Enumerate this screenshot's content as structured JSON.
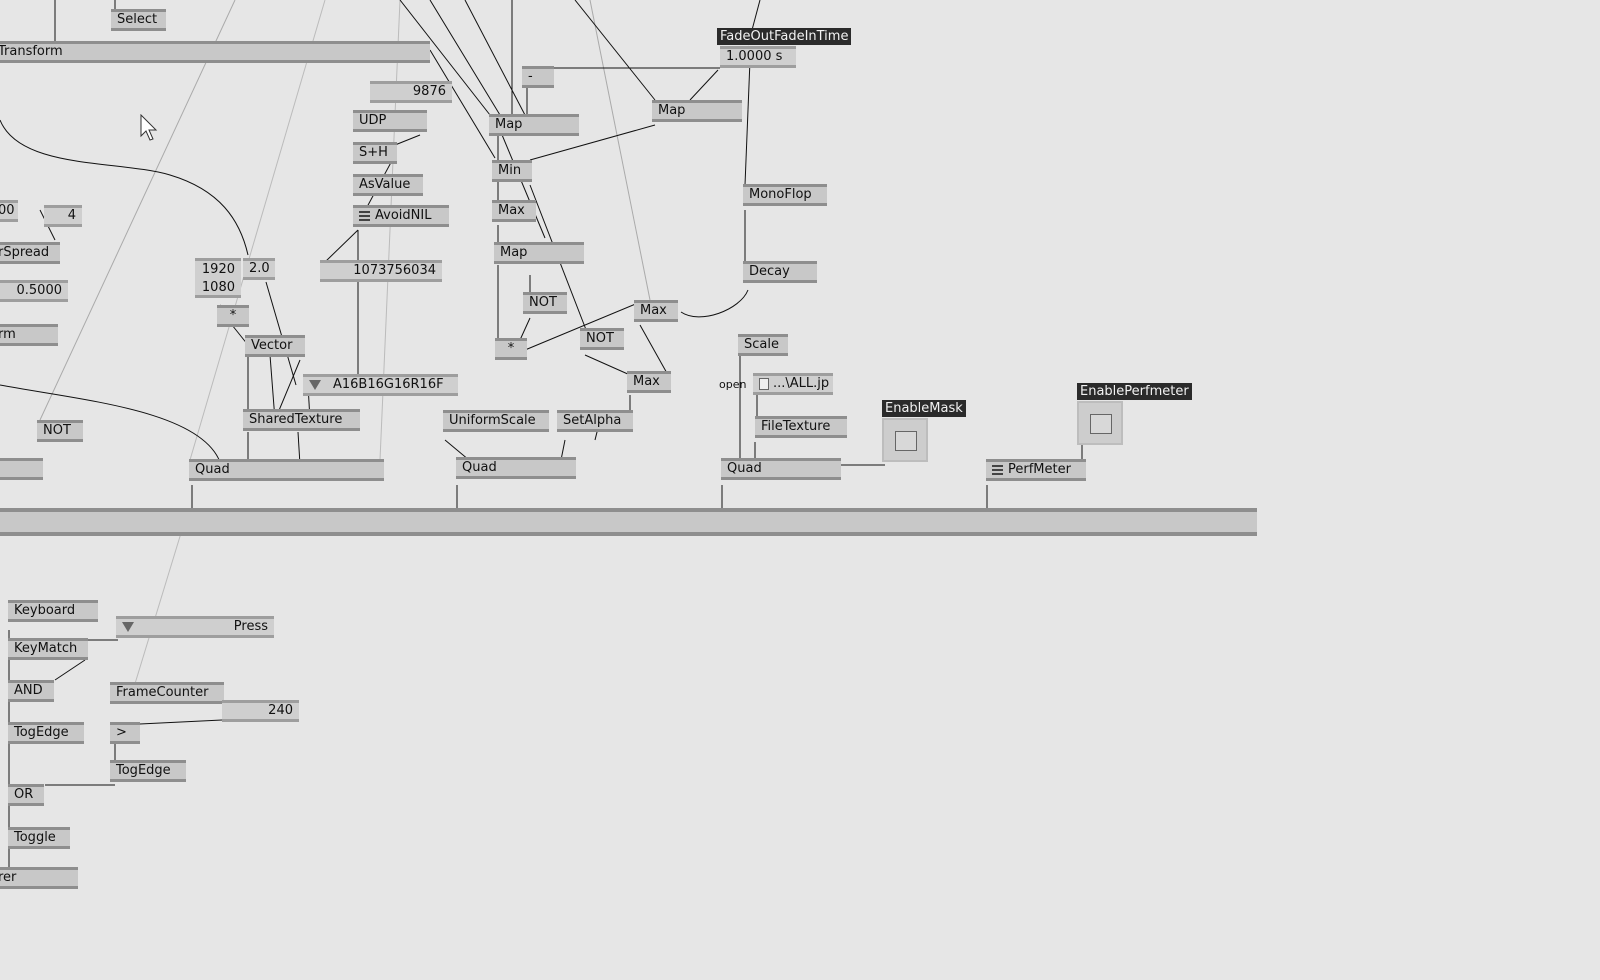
{
  "patch": {
    "nodes": {
      "select": "Select",
      "transform": "Transform",
      "udp": "UDP",
      "sh": "S+H",
      "asvalue": "AsValue",
      "avoidnil": "AvoidNIL",
      "map1": "Map",
      "map2": "Map",
      "map3": "Map",
      "minus": "-",
      "min": "Min",
      "max1": "Max",
      "max2": "Max",
      "max3": "Max",
      "not1": "NOT",
      "not2": "NOT",
      "not3": "NOT",
      "mult1": "*",
      "mult2": "*",
      "monoflop": "MonoFlop",
      "decay": "Decay",
      "scale": "Scale",
      "filetexture": "FileTexture",
      "spread": "rSpread",
      "transform2": "rm",
      "vector": "Vector",
      "sharedtexture": "SharedTexture",
      "uniformscale": "UniformScale",
      "setalpha": "SetAlpha",
      "quad1": "Quad",
      "quad2": "Quad",
      "quad3": "Quad",
      "perfmeter": "PerfMeter",
      "keyboard": "Keyboard",
      "keymatch": "KeyMatch",
      "and": "AND",
      "togedge1": "TogEdge",
      "togedge2": "TogEdge",
      "framecounter": "FrameCounter",
      "greater": ">",
      "or": "OR",
      "toggle": "Toggle",
      "renderer": "rer"
    },
    "values": {
      "port": "9876",
      "fade_time": "1.0000 s",
      "count_4": "4",
      "partial_00": "00",
      "half": "0.5000",
      "width": "1920",
      "height": "1080",
      "factor": "2.0",
      "handle": "1073756034",
      "format": "A16B16G16R16F",
      "file": "...\\ALL.jp",
      "open_label": "open",
      "press": "Press",
      "frames": "240"
    },
    "labels": {
      "fade": "FadeOutFadeInTime",
      "enablemask": "EnableMask",
      "enableperfmeter": "EnablePerfmeter"
    },
    "colors": {
      "background": "#e6e6e6",
      "node": "#c8c8c8",
      "pin": "#3a3a3a",
      "label_bg": "#2b2b2b"
    }
  }
}
